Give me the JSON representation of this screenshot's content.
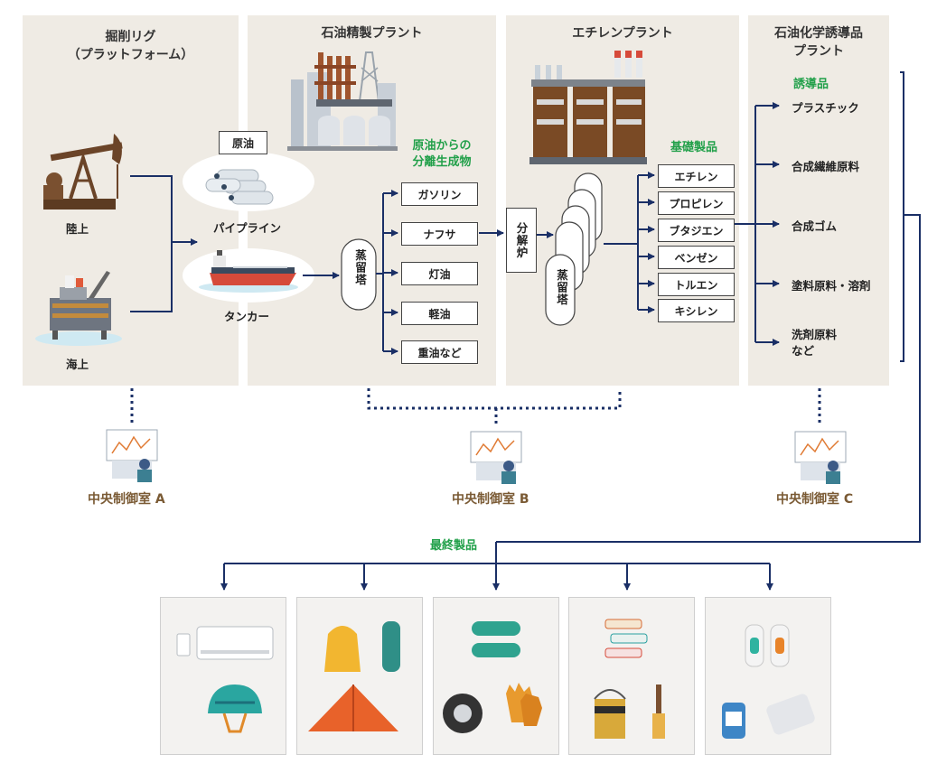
{
  "panels": {
    "drilling": "掘削リグ\n（プラットフォーム）",
    "refinery": "石油精製プラント",
    "ethylene": "エチレンプラント",
    "petrochem": "石油化学誘導品\nプラント"
  },
  "drilling": {
    "onshore": "陸上",
    "offshore": "海上"
  },
  "transport": {
    "crude_oil": "原油",
    "pipeline": "パイプライン",
    "tanker": "タンカー"
  },
  "refinery": {
    "column": "蒸留塔",
    "products_heading": "原油からの\n分離生成物",
    "products": [
      "ガソリン",
      "ナフサ",
      "灯油",
      "軽油",
      "重油など"
    ]
  },
  "ethylene": {
    "cracker": "分解炉",
    "column": "蒸留塔",
    "basic_heading": "基礎製品",
    "basic": [
      "エチレン",
      "プロピレン",
      "ブタジエン",
      "ベンゼン",
      "トルエン",
      "キシレン"
    ]
  },
  "derivatives": {
    "heading": "誘導品",
    "items": [
      "プラスチック",
      "合成繊維原料",
      "合成ゴム",
      "塗料原料・溶剤",
      "洗剤原料\nなど"
    ]
  },
  "control_rooms": [
    "中央制御室 A",
    "中央制御室 B",
    "中央制御室 C"
  ],
  "final_products_heading": "最終製品",
  "colors": {
    "panel": "#efebe4",
    "navy": "#1a2f66",
    "green": "#22a04a",
    "brown": "#7a5a34"
  }
}
